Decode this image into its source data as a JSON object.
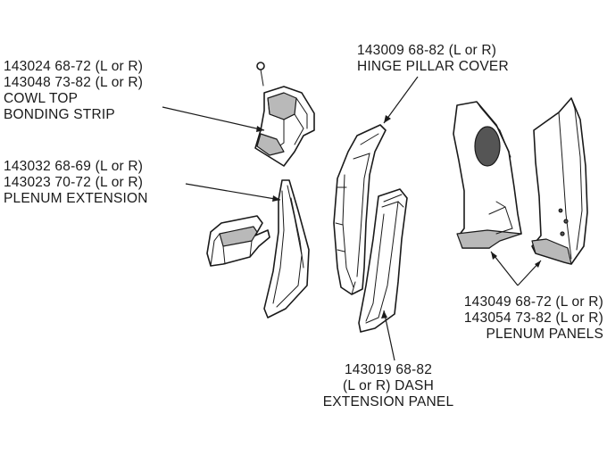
{
  "labels": {
    "cowl": {
      "line1": "143024  68-72 (L or R)",
      "line2": "143048  73-82 (L or R)",
      "line3": "COWL TOP",
      "line4": "BONDING STRIP"
    },
    "hinge": {
      "line1": "143009  68-82 (L or R)",
      "line2": "HINGE PILLAR COVER"
    },
    "plenum_ext": {
      "line1": "143032  68-69 (L or R)",
      "line2": "143023  70-72 (L or R)",
      "line3": "PLENUM EXTENSION"
    },
    "plenum_panels": {
      "line1": "143049  68-72 (L or R)",
      "line2": "143054  73-82 (L or R)",
      "line3": "PLENUM PANELS"
    },
    "dash": {
      "line1": "143019  68-82",
      "line2": "(L or R) DASH",
      "line3": "EXTENSION PANEL"
    }
  },
  "colors": {
    "line": "#1a1a1a",
    "shade": "#b9b9b9",
    "dark": "#555555",
    "background": "#ffffff"
  }
}
